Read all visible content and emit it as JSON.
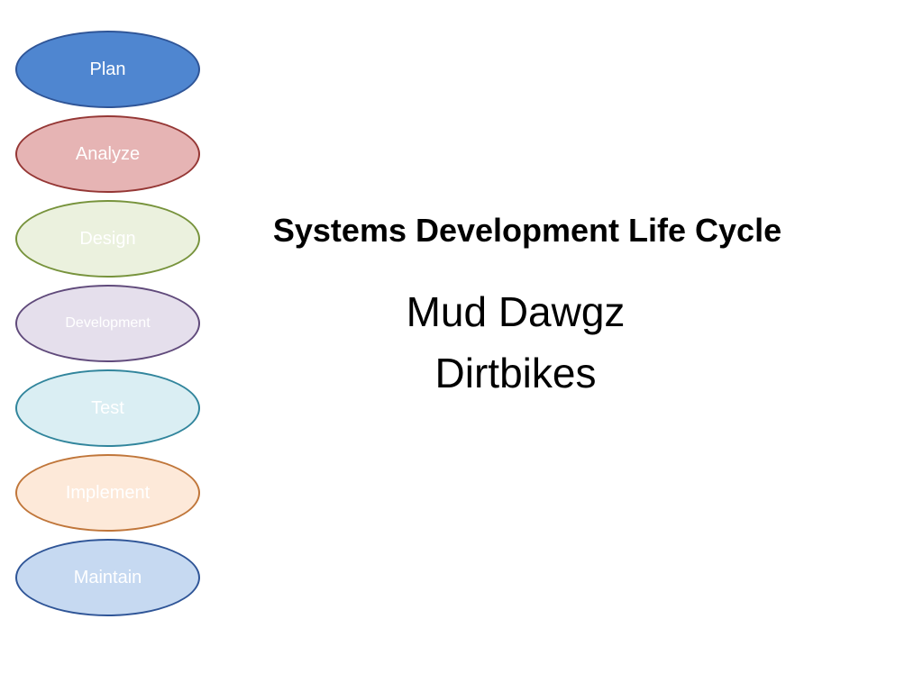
{
  "slide": {
    "title": "Systems Development Life Cycle",
    "subtitle_lines": [
      "Mud Dawgz",
      "Dirtbikes"
    ]
  },
  "phases": [
    {
      "label": "Plan",
      "fill": "#4F86D0",
      "border": "#2F5597",
      "text_color": "#FFFFFF"
    },
    {
      "label": "Analyze",
      "fill": "#E6B4B4",
      "border": "#953735",
      "text_color": "#FFFFFF"
    },
    {
      "label": "Design",
      "fill": "#EBF1DE",
      "border": "#77933C",
      "text_color": "#FFFFFF"
    },
    {
      "label": "Development",
      "fill": "#E5DFEC",
      "border": "#604A7B",
      "text_color": "#FFFFFF"
    },
    {
      "label": "Test",
      "fill": "#DAEEF3",
      "border": "#31859C",
      "text_color": "#FFFFFF"
    },
    {
      "label": "Implement",
      "fill": "#FDE9D9",
      "border": "#C0763A",
      "text_color": "#FFFFFF"
    },
    {
      "label": "Maintain",
      "fill": "#C6D9F1",
      "border": "#2F5597",
      "text_color": "#FFFFFF"
    }
  ]
}
